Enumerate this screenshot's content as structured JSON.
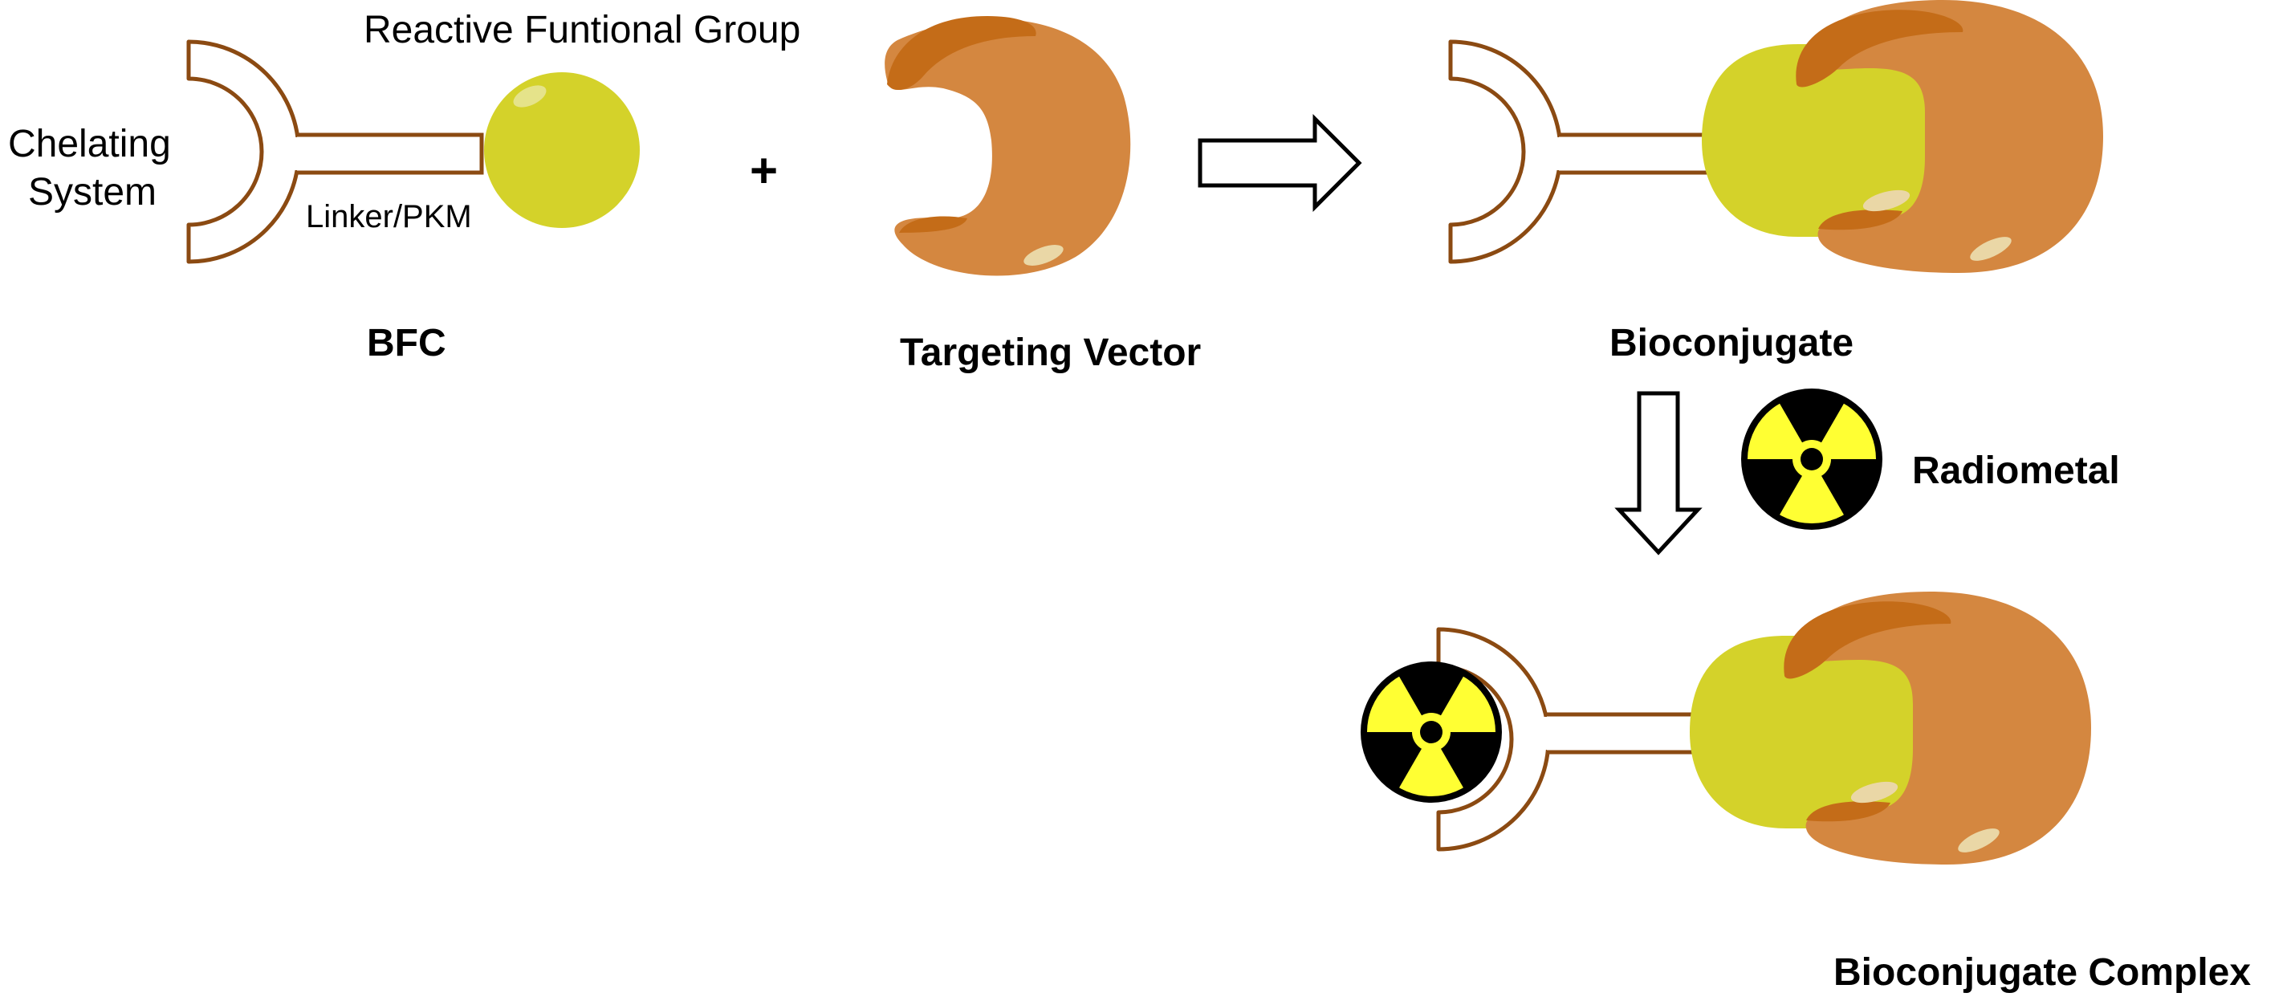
{
  "labels": {
    "reactive_group": "Reactive Funtional Group",
    "chelating_line1": "Chelating",
    "chelating_line2": "System",
    "linker": "Linker/PKM",
    "bfc": "BFC",
    "plus": "+",
    "targeting_vector": "Targeting Vector",
    "bioconjugate": "Bioconjugate",
    "radiometal": "Radiometal",
    "bioconjugate_complex": "Bioconjugate Complex"
  },
  "colors": {
    "chelator_outline": "#8B4A12",
    "reactive_group": "#D4D22A",
    "vector_body": "#D48740",
    "vector_dark": "#C46C18",
    "highlight": "#EAD7A6",
    "radiation_yellow": "#FFFF33",
    "arrow_outline": "#000000"
  },
  "icons": {
    "radiometal": "radiation-trefoil-icon",
    "process_arrow": "hollow-arrow-icon"
  }
}
